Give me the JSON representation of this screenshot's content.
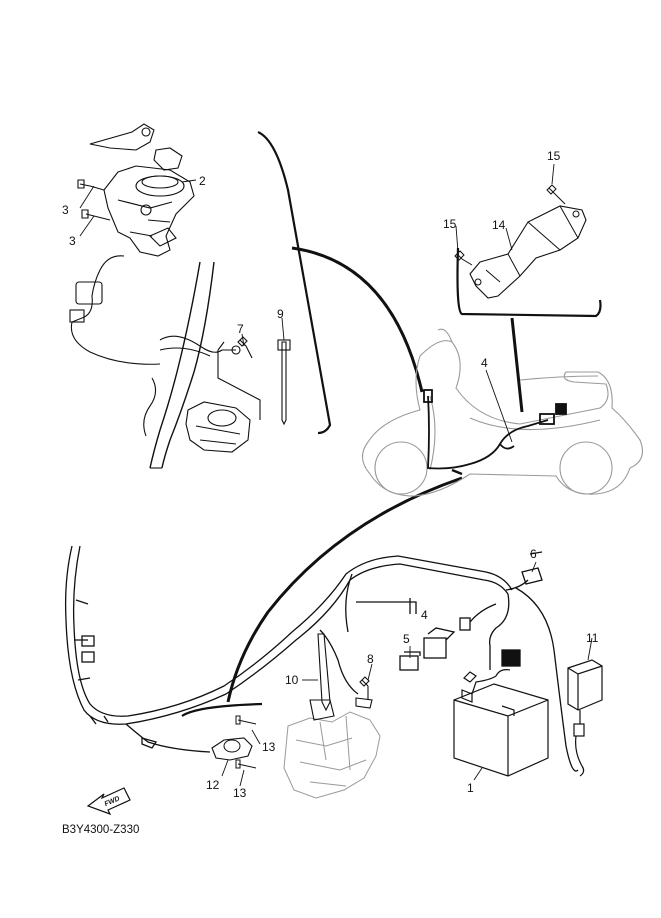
{
  "diagram": {
    "callouts": {
      "c1": "1",
      "c2": "2",
      "c3a": "3",
      "c3b": "3",
      "c4a": "4",
      "c4b": "4",
      "c5": "5",
      "c6": "6",
      "c7": "7",
      "c8": "8",
      "c9": "9",
      "c10": "10",
      "c11": "11",
      "c12": "12",
      "c13a": "13",
      "c13b": "13",
      "c14": "14",
      "c15a": "15",
      "c15b": "15"
    },
    "fwd_label": "FWD",
    "drawing_code": "B3Y4300-Z330",
    "colors": {
      "line": "#111111",
      "ghost": "#9a9a9a",
      "paper": "#ffffff"
    }
  }
}
